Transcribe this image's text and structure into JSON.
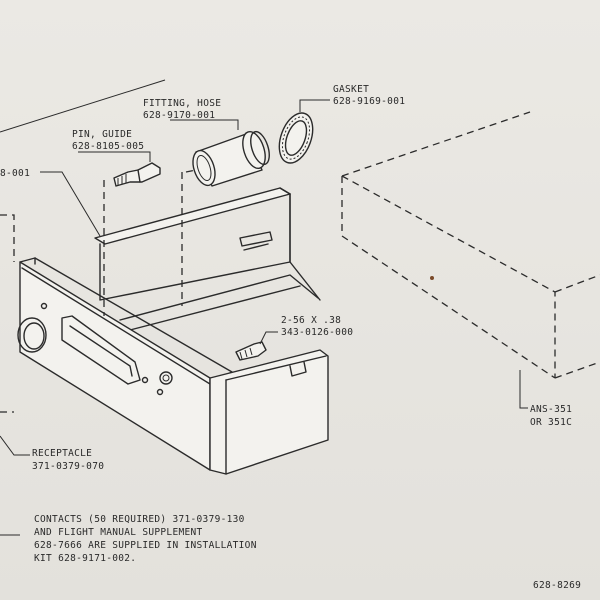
{
  "labels": {
    "gasket_name": "GASKET",
    "gasket_pn": "628-9169-001",
    "fitting_name": "FITTING, HOSE",
    "fitting_pn": "628-9170-001",
    "pin_name": "PIN, GUIDE",
    "pin_pn": "628-8105-005",
    "left_partial_pn": "8-001",
    "screw_size": "2-56 X .38",
    "screw_pn": "343-0126-000",
    "unit_name": "ANS-351",
    "unit_alt": "OR 351C",
    "receptacle_name": "RECEPTACLE",
    "receptacle_pn": "371-0379-070",
    "note_line1": "CONTACTS (50 REQUIRED) 371-0379-130",
    "note_line2": "AND FLIGHT MANUAL SUPPLEMENT",
    "note_line3": "628-7666 ARE SUPPLIED IN INSTALLATION",
    "note_line4": "KIT 628-9171-002.",
    "drawing_number": "628-8269"
  }
}
